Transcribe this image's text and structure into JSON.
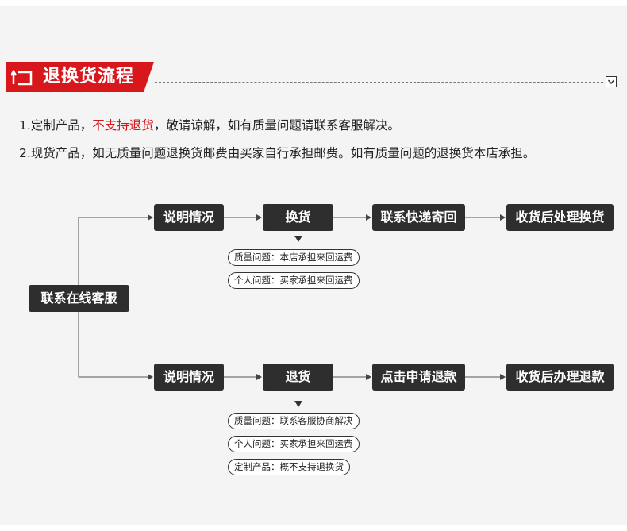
{
  "header": {
    "title": "退换货流程"
  },
  "policy": {
    "line1": {
      "prefix": "1.定制产品，",
      "highlight": "不支持退货",
      "suffix": "，敬请谅解，如有质量问题请联系客服解决。"
    },
    "line2": "2.现货产品，如无质量问题退换货邮费由买家自行承担邮费。如有质量问题的退换货本店承担。"
  },
  "flow": {
    "start": "联系在线客服",
    "exchange": {
      "steps": [
        "说明情况",
        "换货",
        "联系快递寄回",
        "收货后处理换货"
      ],
      "notes": [
        "质量问题：本店承担来回运费",
        "个人问题：买家承担来回运费"
      ]
    },
    "refund": {
      "steps": [
        "说明情况",
        "退货",
        "点击申请退款",
        "收货后办理退款"
      ],
      "notes": [
        "质量问题：联系客服协商解决",
        "个人问题：买家承担来回运费",
        "定制产品：概不支持退换货"
      ]
    }
  },
  "colors": {
    "accent": "#d8171c",
    "node": "#2e2e2e",
    "panel": "#f4f4f4"
  }
}
